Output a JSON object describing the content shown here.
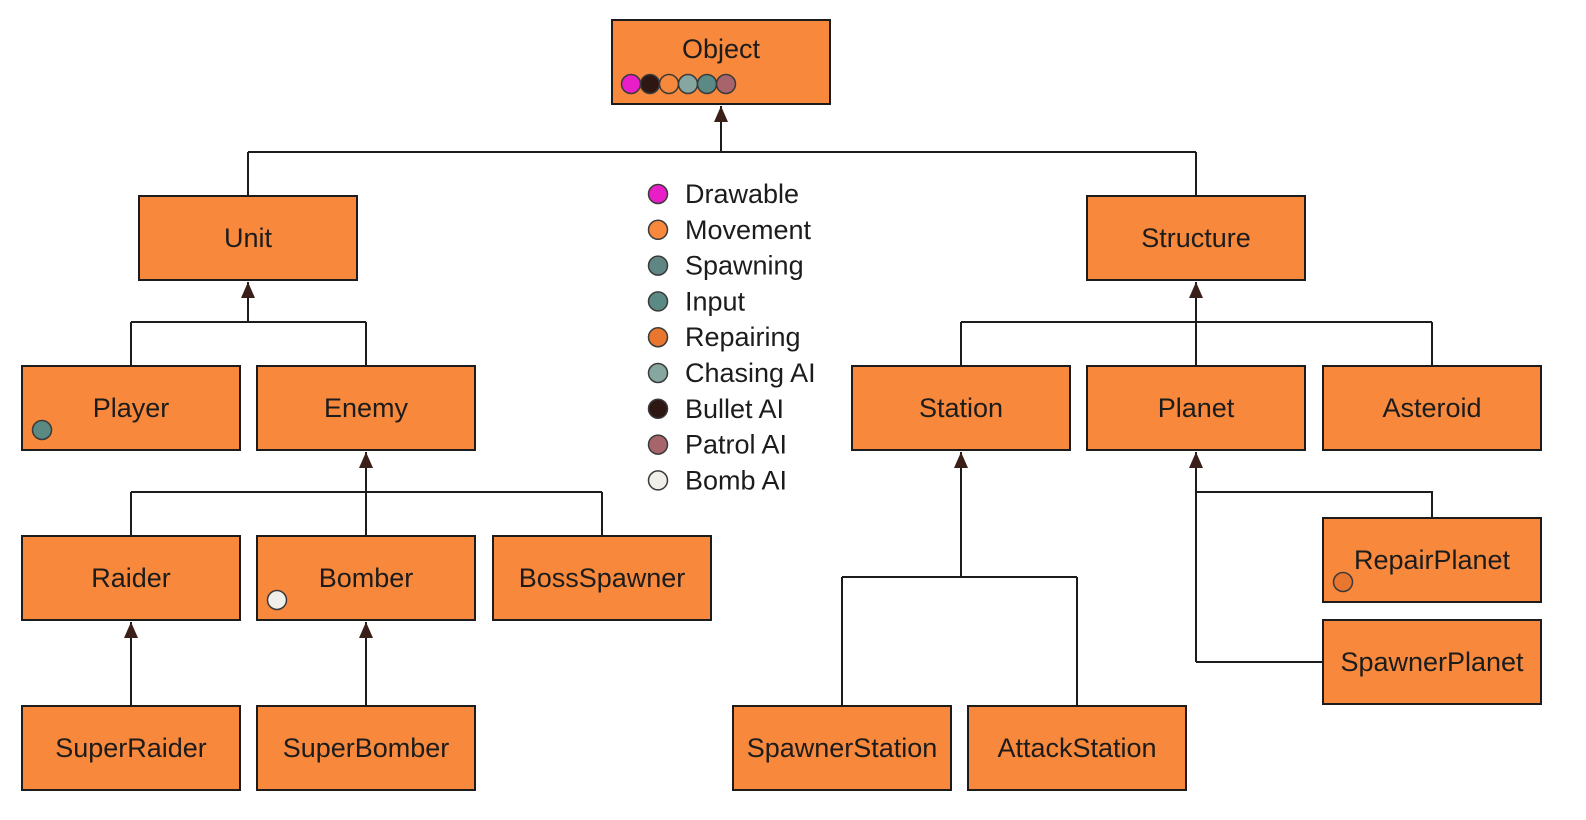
{
  "nodes": [
    {
      "id": "object",
      "label": "Object",
      "components": [
        "drawable",
        "bullet_ai",
        "movement",
        "chasing_ai",
        "input",
        "patrol_ai"
      ]
    },
    {
      "id": "unit",
      "label": "Unit",
      "components": []
    },
    {
      "id": "structure",
      "label": "Structure",
      "components": []
    },
    {
      "id": "player",
      "label": "Player",
      "components": [
        "input"
      ]
    },
    {
      "id": "enemy",
      "label": "Enemy",
      "components": []
    },
    {
      "id": "raider",
      "label": "Raider",
      "components": []
    },
    {
      "id": "bomber",
      "label": "Bomber",
      "components": [
        "bomb_ai"
      ]
    },
    {
      "id": "bossspawner",
      "label": "BossSpawner",
      "components": []
    },
    {
      "id": "superraider",
      "label": "SuperRaider",
      "components": []
    },
    {
      "id": "superbomber",
      "label": "SuperBomber",
      "components": []
    },
    {
      "id": "station",
      "label": "Station",
      "components": []
    },
    {
      "id": "planet",
      "label": "Planet",
      "components": []
    },
    {
      "id": "asteroid",
      "label": "Asteroid",
      "components": []
    },
    {
      "id": "spawnerstation",
      "label": "SpawnerStation",
      "components": []
    },
    {
      "id": "attackstation",
      "label": "AttackStation",
      "components": []
    },
    {
      "id": "repairplanet",
      "label": "RepairPlanet",
      "components": [
        "repairing"
      ]
    },
    {
      "id": "spawnerplanet",
      "label": "SpawnerPlanet",
      "components": []
    }
  ],
  "edges": [
    {
      "from": "unit",
      "to": "object"
    },
    {
      "from": "structure",
      "to": "object"
    },
    {
      "from": "player",
      "to": "unit"
    },
    {
      "from": "enemy",
      "to": "unit"
    },
    {
      "from": "raider",
      "to": "enemy"
    },
    {
      "from": "bomber",
      "to": "enemy"
    },
    {
      "from": "bossspawner",
      "to": "enemy"
    },
    {
      "from": "superraider",
      "to": "raider"
    },
    {
      "from": "superbomber",
      "to": "bomber"
    },
    {
      "from": "station",
      "to": "structure"
    },
    {
      "from": "planet",
      "to": "structure"
    },
    {
      "from": "asteroid",
      "to": "structure"
    },
    {
      "from": "spawnerstation",
      "to": "station"
    },
    {
      "from": "attackstation",
      "to": "station"
    },
    {
      "from": "repairplanet",
      "to": "planet"
    },
    {
      "from": "spawnerplanet",
      "to": "planet"
    }
  ],
  "legend": [
    {
      "id": "drawable",
      "label": "Drawable",
      "color": "#e91ec8"
    },
    {
      "id": "movement",
      "label": "Movement",
      "color": "#f7883c"
    },
    {
      "id": "spawning",
      "label": "Spawning",
      "color": "#5f8682"
    },
    {
      "id": "input",
      "label": "Input",
      "color": "#5b8a85"
    },
    {
      "id": "repairing",
      "label": "Repairing",
      "color": "#e8762f"
    },
    {
      "id": "chasing_ai",
      "label": "Chasing AI",
      "color": "#86a6a0"
    },
    {
      "id": "bullet_ai",
      "label": "Bullet AI",
      "color": "#2e1712"
    },
    {
      "id": "patrol_ai",
      "label": "Patrol AI",
      "color": "#a7646a"
    },
    {
      "id": "bomb_ai",
      "label": "Bomb AI",
      "color": "#f1efea"
    }
  ]
}
